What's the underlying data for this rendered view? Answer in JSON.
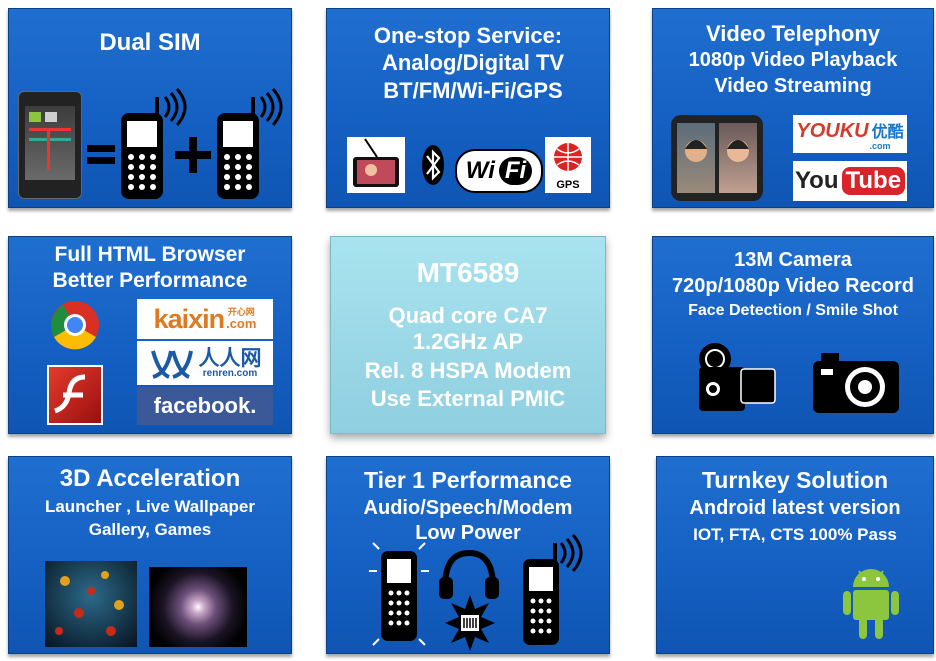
{
  "tiles": {
    "dual_sim": {
      "title": "Dual SIM"
    },
    "one_stop": {
      "lines": [
        "One-stop Service:",
        "Analog/Digital TV",
        "BT/FM/Wi-Fi/GPS"
      ],
      "wifi_left": "Wi",
      "wifi_right": "Fi",
      "gps": "GPS"
    },
    "video": {
      "lines": [
        "Video Telephony",
        "1080p Video Playback",
        "Video Streaming"
      ],
      "youku": "YOUKU",
      "youku_cn": "优酷",
      "youku_com": ".com",
      "youtube_you": "You",
      "youtube_tube": "Tube"
    },
    "browser": {
      "lines": [
        "Full HTML Browser",
        "Better Performance"
      ],
      "kaixin": "kaixin",
      "kaixin_cn": "开心网",
      "kaixin_com": ".com",
      "renren_cn": "人人网",
      "renren": "renren.com",
      "facebook": "facebook."
    },
    "center": {
      "title": "MT6589",
      "lines": [
        "Quad core CA7",
        "1.2GHz AP",
        "Rel. 8 HSPA Modem",
        "Use External PMIC"
      ]
    },
    "camera": {
      "lines": [
        "13M Camera",
        "720p/1080p Video Record",
        "Face Detection / Smile Shot"
      ]
    },
    "acceleration": {
      "lines": [
        "3D Acceleration",
        "Launcher , Live Wallpaper",
        "Gallery, Games"
      ]
    },
    "tier1": {
      "lines": [
        "Tier 1 Performance",
        "Audio/Speech/Modem",
        "Low Power"
      ]
    },
    "turnkey": {
      "lines": [
        "Turnkey Solution",
        "Android latest version",
        "IOT, FTA, CTS 100% Pass"
      ]
    }
  },
  "colors": {
    "tile_blue": "#1560c3",
    "center_cyan": "#a9e3ef",
    "android_green": "#8cc63f"
  },
  "icons": [
    "android-phone-icon",
    "cellphone-icon",
    "tv-phone-icon",
    "bluetooth-icon",
    "wifi-logo",
    "gps-icon",
    "youku-logo",
    "youtube-logo",
    "chrome-icon",
    "flash-icon",
    "kaixin-logo",
    "renren-logo",
    "facebook-logo",
    "video-camera-icon",
    "photo-camera-icon",
    "headphones-icon",
    "chip-icon",
    "android-robot-icon"
  ]
}
